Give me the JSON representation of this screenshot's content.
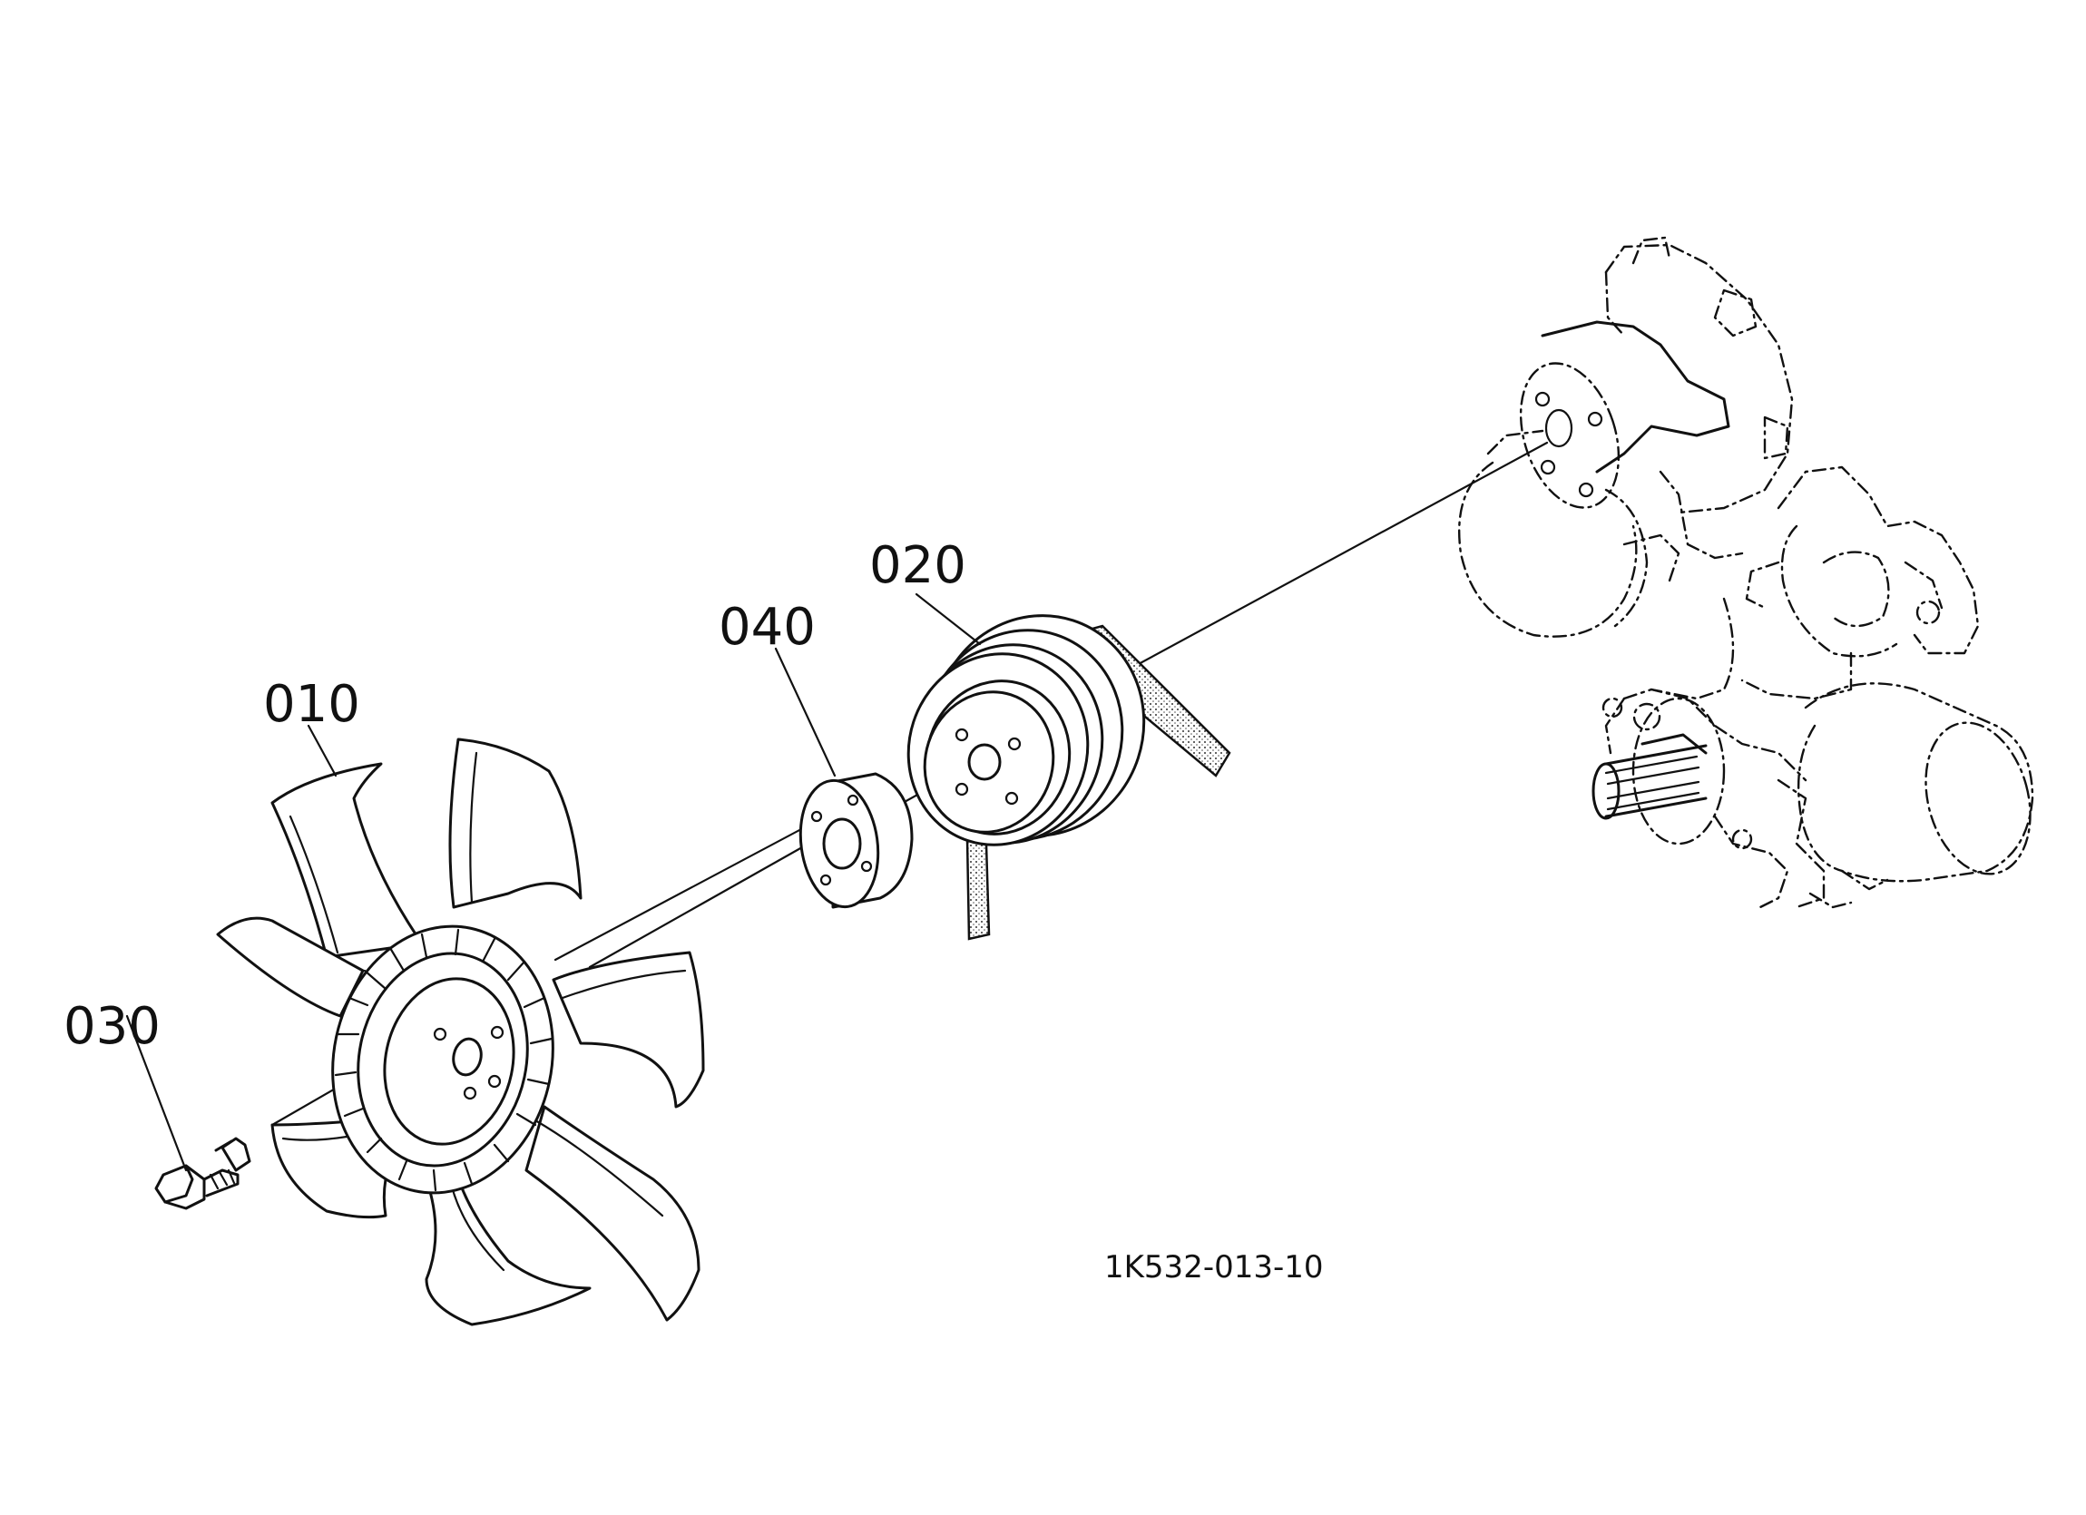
{
  "callouts": [
    {
      "id": "010",
      "part": "fan"
    },
    {
      "id": "020",
      "part": "pulley"
    },
    {
      "id": "030",
      "part": "bolt"
    },
    {
      "id": "040",
      "part": "spacer"
    }
  ],
  "drawing_code": "1K532-013-10",
  "colors": {
    "line": "#111111",
    "background": "#ffffff"
  }
}
